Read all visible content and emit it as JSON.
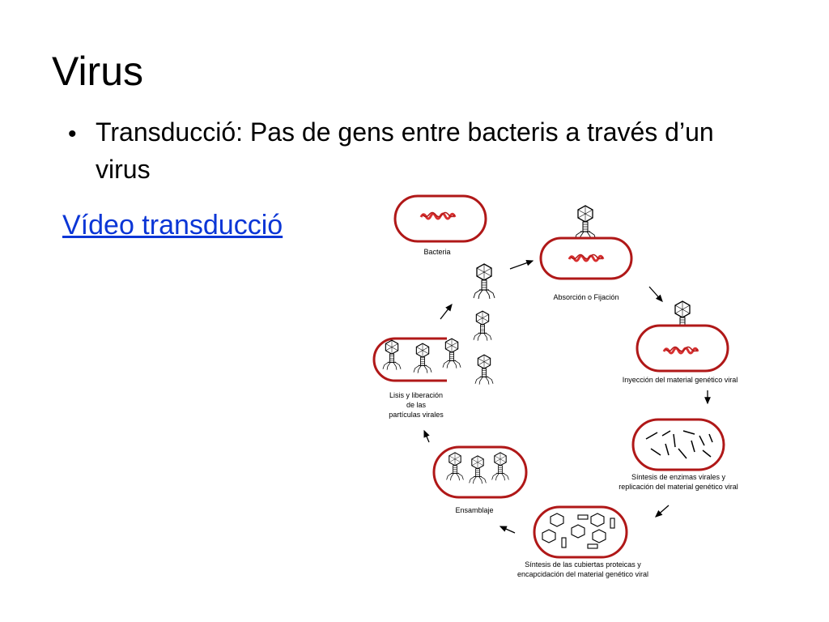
{
  "slide": {
    "title": "Virus",
    "bullet": "Transducció: Pas de gens entre bacteris a través d’un virus",
    "link": "Vídeo transducció"
  },
  "diagram": {
    "stages": [
      {
        "id": "bacteria",
        "label_lines": [
          "Bacteria"
        ]
      },
      {
        "id": "absorcion",
        "label_lines": [
          "Absorción o Fijación"
        ]
      },
      {
        "id": "inyeccion",
        "label_lines": [
          "Inyección del material genético viral"
        ]
      },
      {
        "id": "sintesis-enzimas",
        "label_lines": [
          "Síntesis de enzimas virales y",
          "replicación del material genético viral"
        ]
      },
      {
        "id": "sintesis-cubiertas",
        "label_lines": [
          "Síntesis de las cubiertas proteicas y",
          "encapcidación del material genético viral"
        ]
      },
      {
        "id": "ensamblaje",
        "label_lines": [
          "Ensamblaje"
        ]
      },
      {
        "id": "lisis",
        "label_lines": [
          "Lisis y liberación",
          "de las",
          "partículas virales"
        ]
      }
    ],
    "colors": {
      "cell_outline": "#b01818",
      "dna": "#d83030",
      "line": "#000000"
    }
  }
}
